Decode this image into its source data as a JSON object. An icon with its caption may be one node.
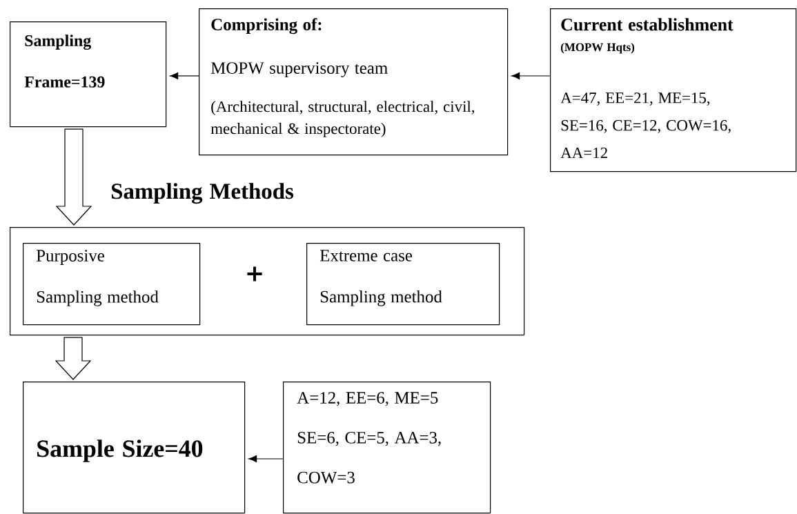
{
  "diagram": {
    "nodes": [
      {
        "text": [
          "Sampling Frame=139"
        ]
      },
      {
        "text": [
          "Comprising of:",
          "MOPW supervisory team",
          "(Architectural, structural, electrical, civil, mechanical & inspectorate)"
        ]
      },
      {
        "text": [
          "Current establishment",
          "(MOPW Hqts)",
          "A=47, EE=21, ME=15, SE=16, CE=12, COW=16, AA=12"
        ]
      },
      {
        "text": [
          "Sampling Methods"
        ]
      },
      {
        "text": [
          "Purposive Sampling method"
        ],
        "in": 3
      },
      {
        "text": [
          "Extreme case Sampling method"
        ],
        "in": 3
      },
      {
        "text": [
          "Sample Size=40"
        ]
      },
      {
        "text": [
          "A=12, EE=6, ME=5 SE=6, CE=5, AA=3, COW=3"
        ]
      }
    ],
    "edges": [
      {
        "from": 1,
        "to": 0,
        "arrow": "to"
      },
      {
        "from": 2,
        "to": 1,
        "arrow": "to"
      },
      {
        "from": 0,
        "to": 3,
        "arrow": "to",
        "style": "thick"
      },
      {
        "from": 3,
        "to": 6,
        "arrow": "to",
        "style": "thick"
      },
      {
        "from": 7,
        "to": 6,
        "arrow": "to"
      }
    ],
    "labels": [
      "+"
    ]
  }
}
